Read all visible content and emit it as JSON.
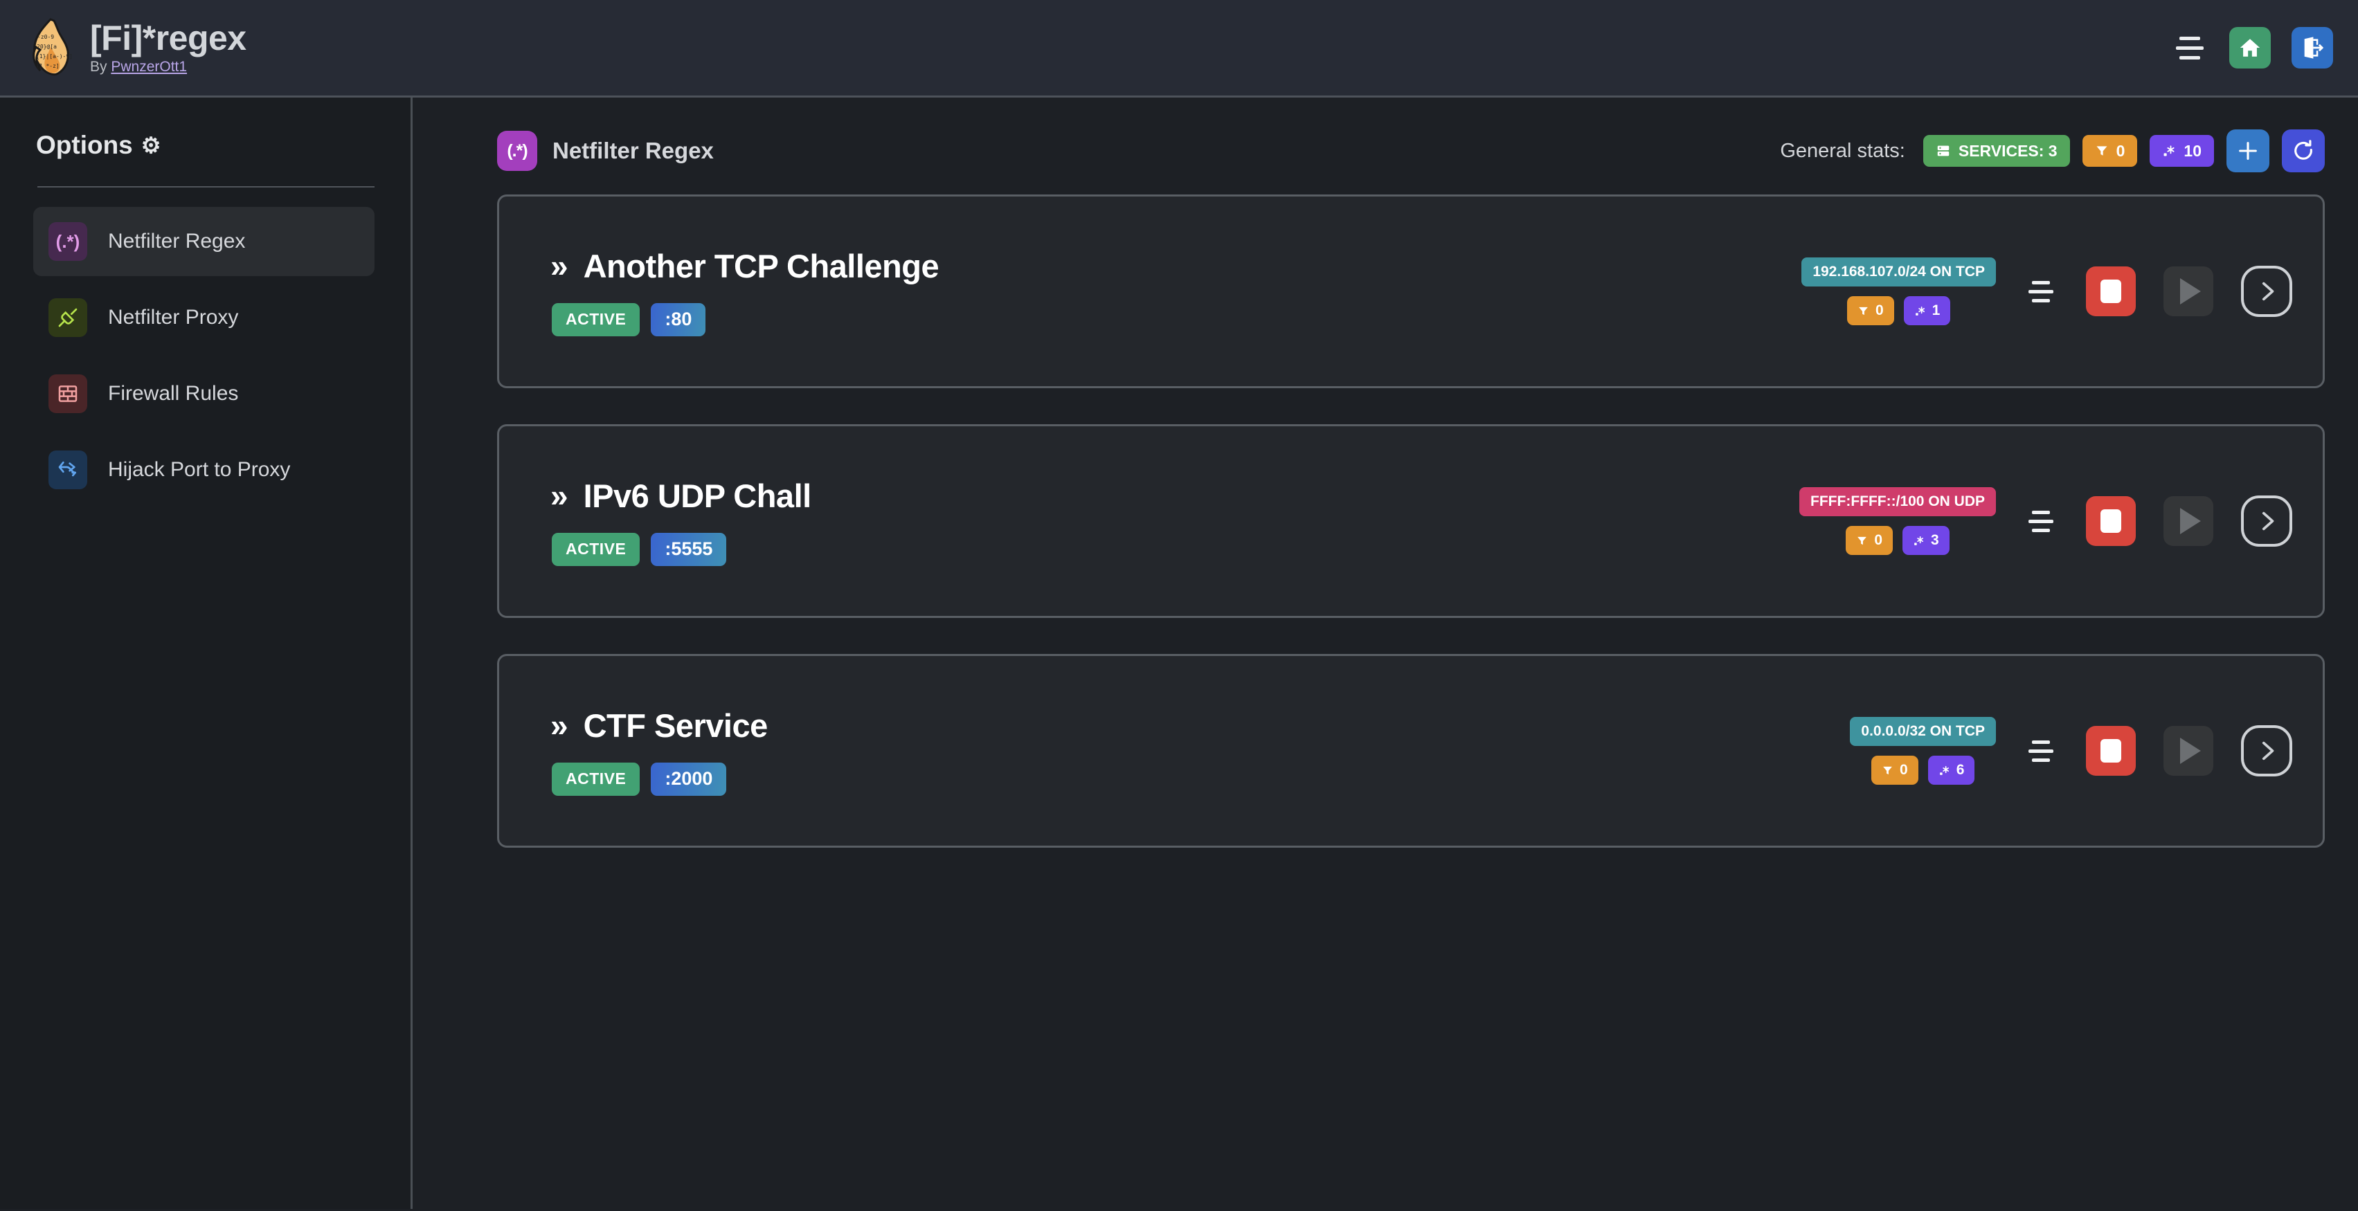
{
  "header": {
    "logo_icon": "flame-regex-logo",
    "title": "[Fi]*regex",
    "by_prefix": "By ",
    "author": "PwnzerOtt1",
    "menu_icon": "hamburger-icon",
    "home_icon": "home-icon",
    "logout_icon": "logout-icon"
  },
  "sidebar": {
    "heading": "Options",
    "heading_icon": "gear-icon",
    "items": [
      {
        "label": "Netfilter Regex",
        "icon": "regex-icon",
        "glyph": "(.*)",
        "icon_bg": "#46294f",
        "icon_fg": "#e29ce8",
        "active": true
      },
      {
        "label": "Netfilter Proxy",
        "icon": "plug-icon",
        "glyph": "",
        "icon_bg": "#2f3a17",
        "icon_fg": "#b6e34b",
        "active": false
      },
      {
        "label": "Firewall Rules",
        "icon": "brick-wall-icon",
        "glyph": "",
        "icon_bg": "#4a2528",
        "icon_fg": "#f1a0a0",
        "active": false
      },
      {
        "label": "Hijack Port to Proxy",
        "icon": "route-split-icon",
        "glyph": "",
        "icon_bg": "#1c3552",
        "icon_fg": "#61a5ef",
        "active": false
      }
    ]
  },
  "main": {
    "page_icon": "regex-icon",
    "page_icon_glyph": "(.*)",
    "page_title": "Netfilter Regex",
    "stats_label": "General stats:",
    "stats": [
      {
        "name": "services",
        "icon": "server-icon",
        "label": "SERVICES: 3",
        "color": "#53a55c"
      },
      {
        "name": "filters",
        "icon": "funnel-icon",
        "label": "0",
        "color": "#e2942d"
      },
      {
        "name": "regexes",
        "icon": "regex-icon",
        "label": "10",
        "color": "#7146e8"
      }
    ],
    "add_button_icon": "plus-icon",
    "refresh_button_icon": "refresh-icon"
  },
  "services": [
    {
      "name": "Another TCP Challenge",
      "chevron": "»",
      "status": "ACTIVE",
      "port": ":80",
      "network": "192.168.107.0/24 ON TCP",
      "network_proto": "tcp",
      "filters_count": "0",
      "regexes_count": "1",
      "menu_icon": "hamburger-icon",
      "stop_icon": "stop-icon",
      "play_icon": "play-icon",
      "expand_icon": "chevron-right-icon"
    },
    {
      "name": "IPv6 UDP Chall",
      "chevron": "»",
      "status": "ACTIVE",
      "port": ":5555",
      "network": "FFFF:FFFF::/100 ON UDP",
      "network_proto": "udp",
      "filters_count": "0",
      "regexes_count": "3",
      "menu_icon": "hamburger-icon",
      "stop_icon": "stop-icon",
      "play_icon": "play-icon",
      "expand_icon": "chevron-right-icon"
    },
    {
      "name": "CTF Service",
      "chevron": "»",
      "status": "ACTIVE",
      "port": ":2000",
      "network": "0.0.0.0/32 ON TCP",
      "network_proto": "tcp",
      "filters_count": "0",
      "regexes_count": "6",
      "menu_icon": "hamburger-icon",
      "stop_icon": "stop-icon",
      "play_icon": "play-icon",
      "expand_icon": "chevron-right-icon"
    }
  ],
  "colors": {
    "header_bg": "#272b35",
    "sidebar_bg": "#1a1d21",
    "content_bg": "#1d2025",
    "card_bg": "#24272c",
    "card_border": "#595e64",
    "accent_green": "#42a173",
    "accent_red": "#d8453c",
    "accent_orange": "#e2942d",
    "accent_purple": "#7146e8",
    "accent_blue": "#3579c6",
    "accent_teal": "#3e939e",
    "accent_pink": "#cf3c6b"
  }
}
